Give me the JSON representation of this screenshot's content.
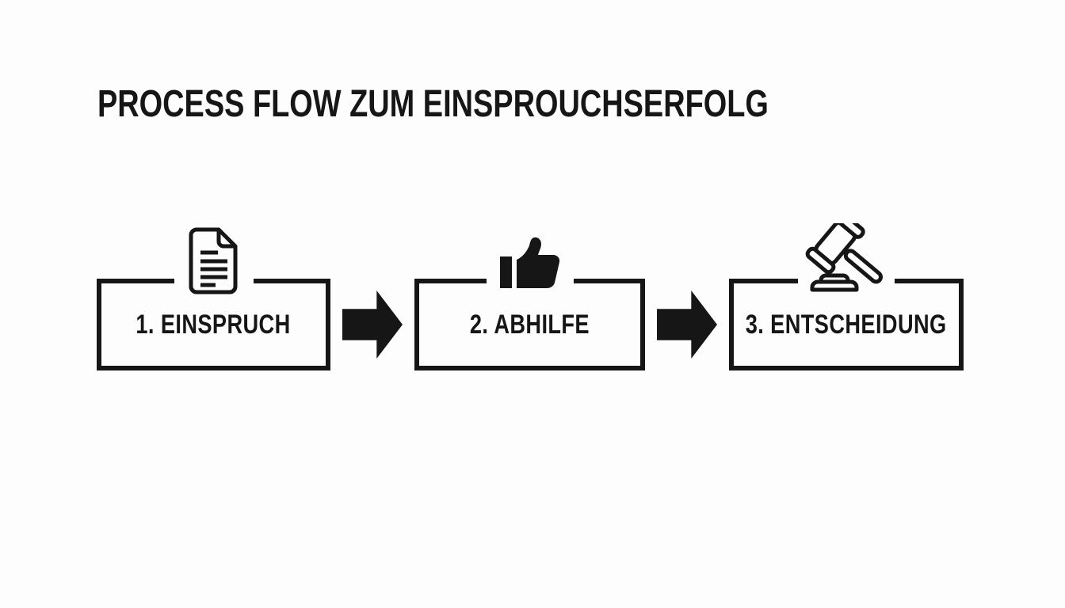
{
  "title": "PROCESS FLOW ZUM EINSPROUCHSERFOLG",
  "colors": {
    "background": "#fdfdfd",
    "ink": "#161616"
  },
  "steps": [
    {
      "label": "1. EINSPRUCH",
      "icon": "document-icon"
    },
    {
      "label": "2. ABHILFE",
      "icon": "thumbs-up-icon"
    },
    {
      "label": "3. ENTSCHEIDUNG",
      "icon": "gavel-icon"
    }
  ],
  "connectors": [
    {
      "icon": "arrow-right-icon"
    },
    {
      "icon": "arrow-right-icon"
    }
  ]
}
